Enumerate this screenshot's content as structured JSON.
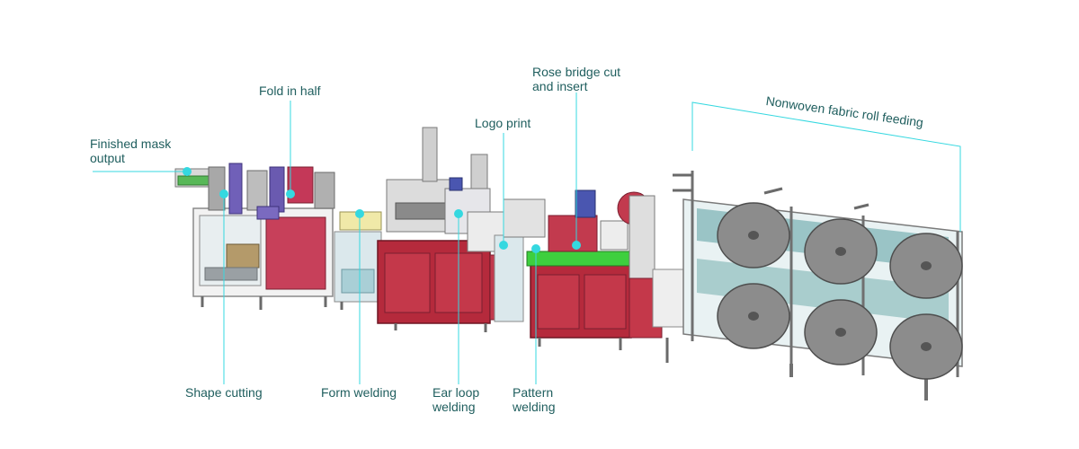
{
  "colors": {
    "label_text": "#1f5e5e",
    "callout_line": "#35d8e0",
    "callout_dot": "#35d8e0",
    "frame": "#9a9a9a",
    "panel_red": "#b52a3c",
    "accent_green": "#3ecf3e",
    "panel_teal": "#5a9fa0",
    "roll_grey": "#8c8c8c"
  },
  "labels": {
    "finished_mask_output": [
      "Finished mask",
      "output"
    ],
    "fold_in_half": [
      "Fold in half"
    ],
    "shape_cutting": [
      "Shape cutting"
    ],
    "form_welding": [
      "Form welding"
    ],
    "ear_loop_welding": [
      "Ear loop",
      "welding"
    ],
    "logo_print": [
      "Logo print"
    ],
    "pattern_welding": [
      "Pattern",
      "welding"
    ],
    "rose_bridge": [
      "Rose bridge cut",
      "and insert"
    ],
    "nonwoven_feeding": [
      "Nonwoven fabric roll feeding"
    ]
  }
}
